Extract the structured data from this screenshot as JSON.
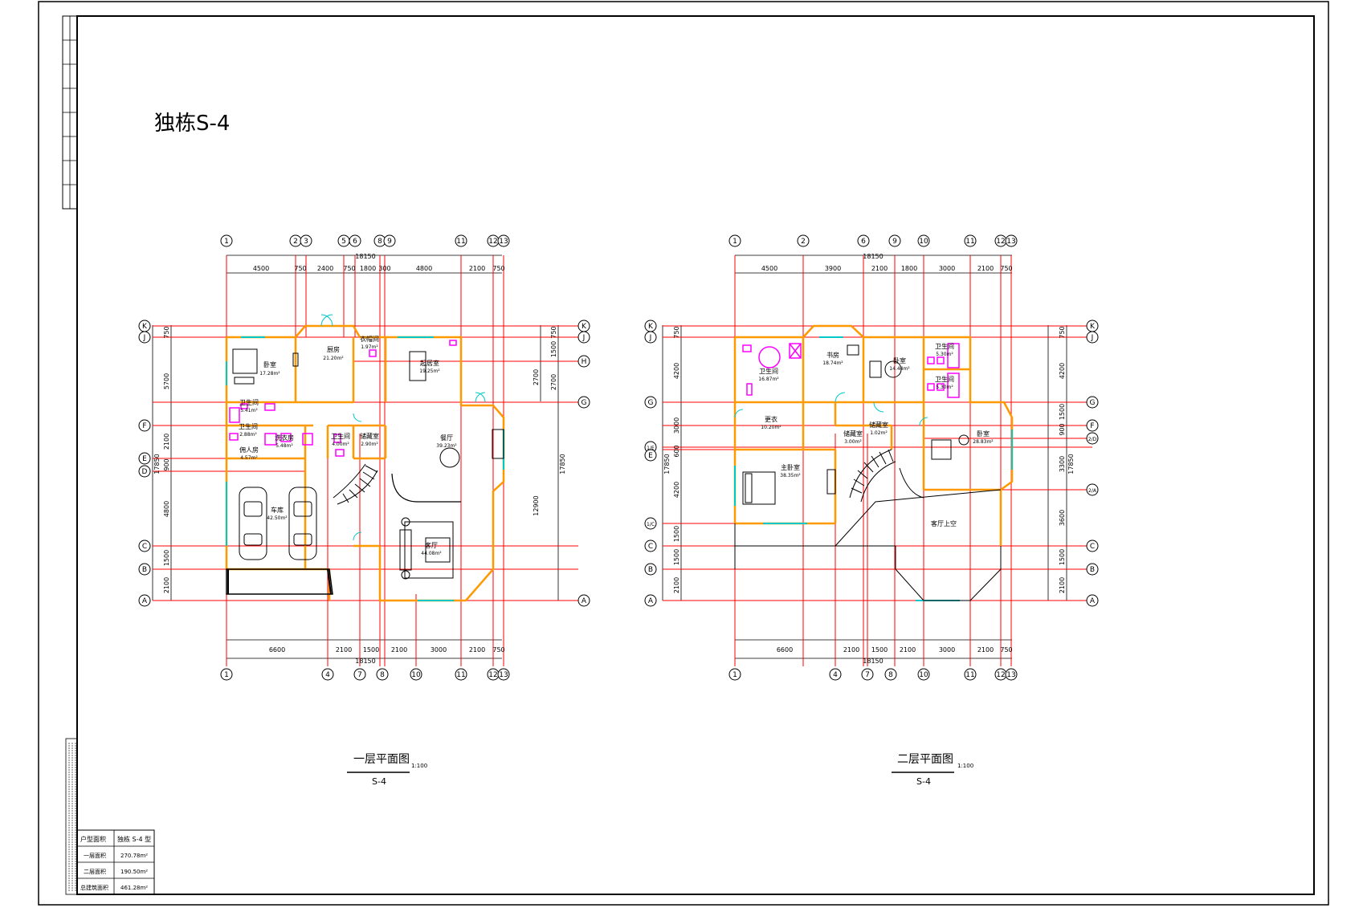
{
  "drawing_title": "独栋S-4",
  "grid_axes": {
    "top_first_floor": [
      "1",
      "2",
      "3",
      "5",
      "6",
      "8",
      "9",
      "11",
      "12",
      "13"
    ],
    "bottom_first_floor": [
      "1",
      "4",
      "7",
      "8",
      "10",
      "11",
      "12",
      "13"
    ],
    "rows": [
      "K",
      "J",
      "H",
      "G",
      "F",
      "E",
      "D",
      "C",
      "B",
      "A"
    ],
    "top_second_floor": [
      "1",
      "2",
      "6",
      "9",
      "10",
      "11",
      "12",
      "13"
    ],
    "rows_second_floor": [
      "K",
      "J",
      "G",
      "F",
      "2/D",
      "1/E",
      "E",
      "2/A",
      "1/C",
      "C",
      "B",
      "A"
    ]
  },
  "first_floor": {
    "caption": "一层平面图",
    "scale": "1:100",
    "sub_caption": "S-4",
    "total_width": "18150",
    "total_depth": "17850",
    "right_depth": "12900",
    "top_dims": [
      "4500",
      "750",
      "2400",
      "750",
      "1800",
      "300",
      "4800",
      "2100",
      "750"
    ],
    "bottom_dims": [
      "6600",
      "2100",
      "1500",
      "2100",
      "3000",
      "2100",
      "750"
    ],
    "left_dims": [
      "750",
      "5700",
      "2100",
      "900",
      "4800",
      "1500",
      "2100"
    ],
    "right_dims": [
      "750",
      "1500",
      "2700"
    ],
    "rooms": [
      {
        "name": "卧室",
        "area": "17.28m²"
      },
      {
        "name": "厨房",
        "area": "21.20m²"
      },
      {
        "name": "衣帽间",
        "area": "1.97m²"
      },
      {
        "name": "起居室",
        "area": "19.25m²"
      },
      {
        "name": "卫生间",
        "area": "5.41m²"
      },
      {
        "name": "卫生间",
        "area": "2.88m²"
      },
      {
        "name": "洗衣房",
        "area": "5.48m²"
      },
      {
        "name": "佣人房",
        "area": "4.57m²"
      },
      {
        "name": "卫生间",
        "area": "4.00m²"
      },
      {
        "name": "储藏室",
        "area": "2.90m²"
      },
      {
        "name": "餐厅",
        "area": "39.23m²"
      },
      {
        "name": "车库",
        "area": "42.50m²"
      },
      {
        "name": "客厅",
        "area": "44.08m²"
      }
    ]
  },
  "second_floor": {
    "caption": "二层平面图",
    "scale": "1:100",
    "sub_caption": "S-4",
    "total_width": "18150",
    "total_depth": "17850",
    "top_dims": [
      "4500",
      "3900",
      "2100",
      "1800",
      "3000",
      "2100",
      "750"
    ],
    "bottom_dims": [
      "6600",
      "2100",
      "1500",
      "2100",
      "3000",
      "2100",
      "750"
    ],
    "left_dims": [
      "750",
      "4200",
      "3000",
      "600",
      "4200",
      "1500",
      "1500",
      "2100"
    ],
    "right_dims": [
      "750",
      "4200",
      "1500",
      "900",
      "3300",
      "3600",
      "1500",
      "2100"
    ],
    "rooms": [
      {
        "name": "卫生间",
        "area": "16.87m²"
      },
      {
        "name": "书房",
        "area": "18.74m²"
      },
      {
        "name": "卧室",
        "area": "14.44m²"
      },
      {
        "name": "卫生间",
        "area": "5.30m²"
      },
      {
        "name": "卫生间",
        "area": "5.30m²"
      },
      {
        "name": "更衣",
        "area": "10.20m²"
      },
      {
        "name": "储藏室",
        "area": "3.00m²"
      },
      {
        "name": "储藏室",
        "area": "1.02m²"
      },
      {
        "name": "卧室",
        "area": "28.83m²"
      },
      {
        "name": "主卧室",
        "area": "38.35m²"
      },
      {
        "name": "客厅上空",
        "area": ""
      }
    ]
  },
  "area_table": {
    "header_label": "户型面积",
    "header_value": "独栋 S-4 型",
    "rows": [
      {
        "label": "一层面积",
        "value": "270.78m²"
      },
      {
        "label": "二层面积",
        "value": "190.50m²"
      },
      {
        "label": "总建筑面积",
        "value": "461.28m²"
      }
    ]
  },
  "colors": {
    "frame": "#000000",
    "grid_line": "#ff0000",
    "wall": "#ff9900",
    "window": "#00c8c8",
    "fixture": "#ff00ff",
    "furniture": "#000000",
    "dim_line": "#000000"
  }
}
